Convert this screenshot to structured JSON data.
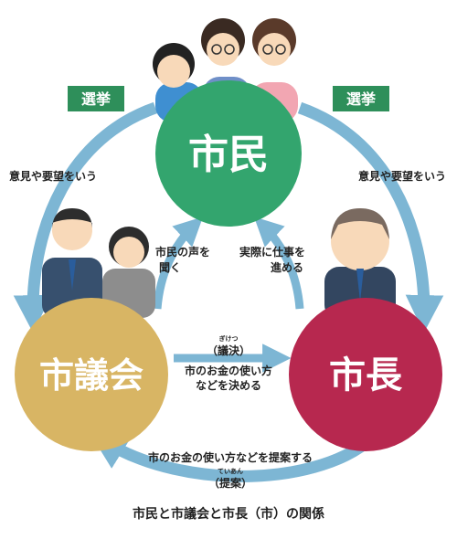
{
  "nodes": {
    "citizens": {
      "label": "市民",
      "color": "#33a56e"
    },
    "council": {
      "label": "市議会",
      "color": "#d8b564"
    },
    "mayor": {
      "label": "市長",
      "color": "#b7284f"
    }
  },
  "badges": {
    "left": "選挙",
    "right": "選挙",
    "color": "#2e8f5a"
  },
  "arrows": {
    "citizens_to_council": "意見や要望をいう",
    "citizens_to_mayor": "意見や要望をいう",
    "council_hears_line1": "市民の声を",
    "council_hears_line2": "聞く",
    "mayor_works_line1": "実際に仕事を",
    "mayor_works_line2": "進める",
    "council_mayor_ruby": "ぎけつ",
    "council_mayor_term": "（議決）",
    "council_mayor_line1": "市のお金の使い方",
    "council_mayor_line2": "などを決める",
    "mayor_council_line1": "市のお金の使い方などを提案する",
    "mayor_council_ruby": "ていあん",
    "mayor_council_term": "（提案）"
  },
  "colors": {
    "arrow": "#7db6d4"
  },
  "caption": "市民と市議会と市長（市）の関係"
}
